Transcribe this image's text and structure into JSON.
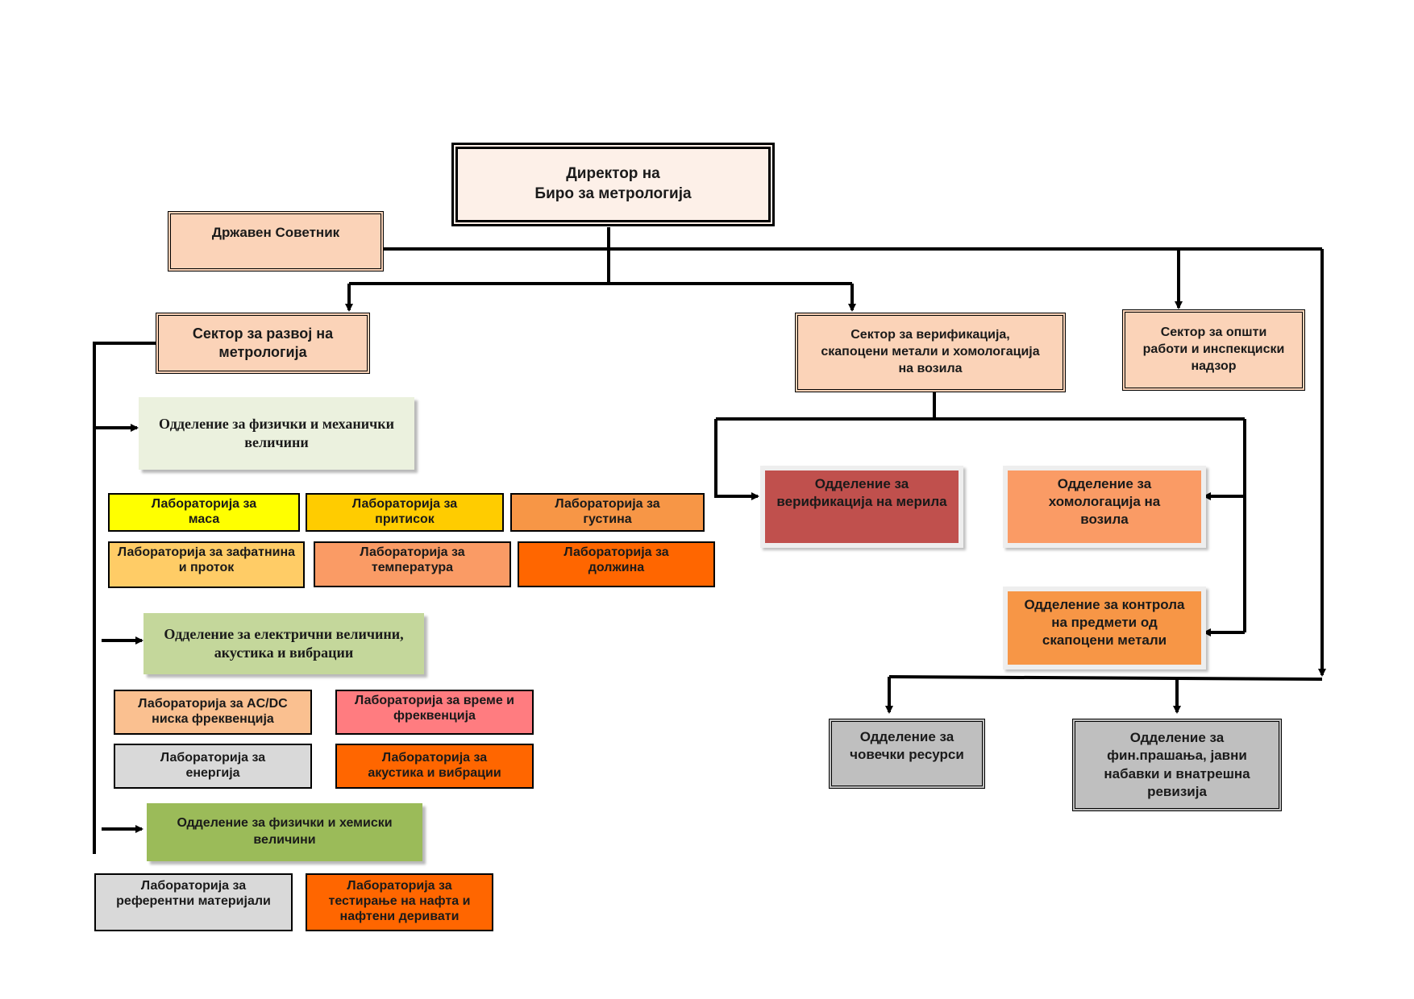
{
  "director": "Директор на\nБиро за метрологија",
  "state_advisor": "Државен Советник",
  "sectors": {
    "development": "Сектор за развој на\nметрологија",
    "verification": "Сектор за верификација,\nскапоцени метали и хомологација\nна возила",
    "general": "Сектор за општи\nработи и инспекциски\nнадзор"
  },
  "departments": {
    "physical_mechanical": "Одделение за  физички и механички\nвеличини",
    "electrical": "Одделение за електрични величини,\nакустика и вибрации",
    "physical_chemical": "Одделение за физички и хемиски\nвеличини",
    "verification_meters": "Одделение за\nверификација на мерила",
    "homologation": "Одделение  за\nхомологација  на\nвозила",
    "precious_metals": "Одделение за контрола\nна предмети  од\nскапоцени метали",
    "hr": "Одделение за\nчовечки ресурси",
    "finance": "Одделение за\nфин.прашања, јавни\nнабавки и  внатрешна\nревизија"
  },
  "labs": {
    "mass": "Лабораторија за\nмаса",
    "pressure": "Лабораторија за\nпритисок",
    "density": "Лабораторија за\nгустина",
    "volume_flow": "Лабораторија за зафатнина\nи проток",
    "temperature": "Лабораторија за\nтемпература",
    "length": "Лабораторија за\nдолжина",
    "acdc": "Лабораторија за AC/DC\nниска фреквенција",
    "time_freq": "Лабораторија за време и\nфреквенција",
    "energy": "Лабораторија за\nенергија",
    "acoustics": "Лабораторија за\nакустика и вибрации",
    "reference": "Лабораторија за\nреферентни материјали",
    "oil": "Лабораторија за\nтестирање на нафта и\nнафтени деривати"
  },
  "colors": {
    "director_fill": "#fdf0e8",
    "sector_fill": "#fbd3b8",
    "dept_light": "#ebf1de",
    "dept_green": "#c4d79b",
    "dept_olive": "#9bbb59",
    "red": "#c0504d",
    "salmon": "#fa9b65",
    "orange": "#f79646",
    "gray": "#bfbfbf",
    "yellow": "#ffff00",
    "gold": "#ffcc00",
    "light_orange": "#ffcc66",
    "peach": "#fac090",
    "deep_orange": "#ff6600",
    "pink": "#ff7c80",
    "light_gray": "#d9d9d9"
  }
}
